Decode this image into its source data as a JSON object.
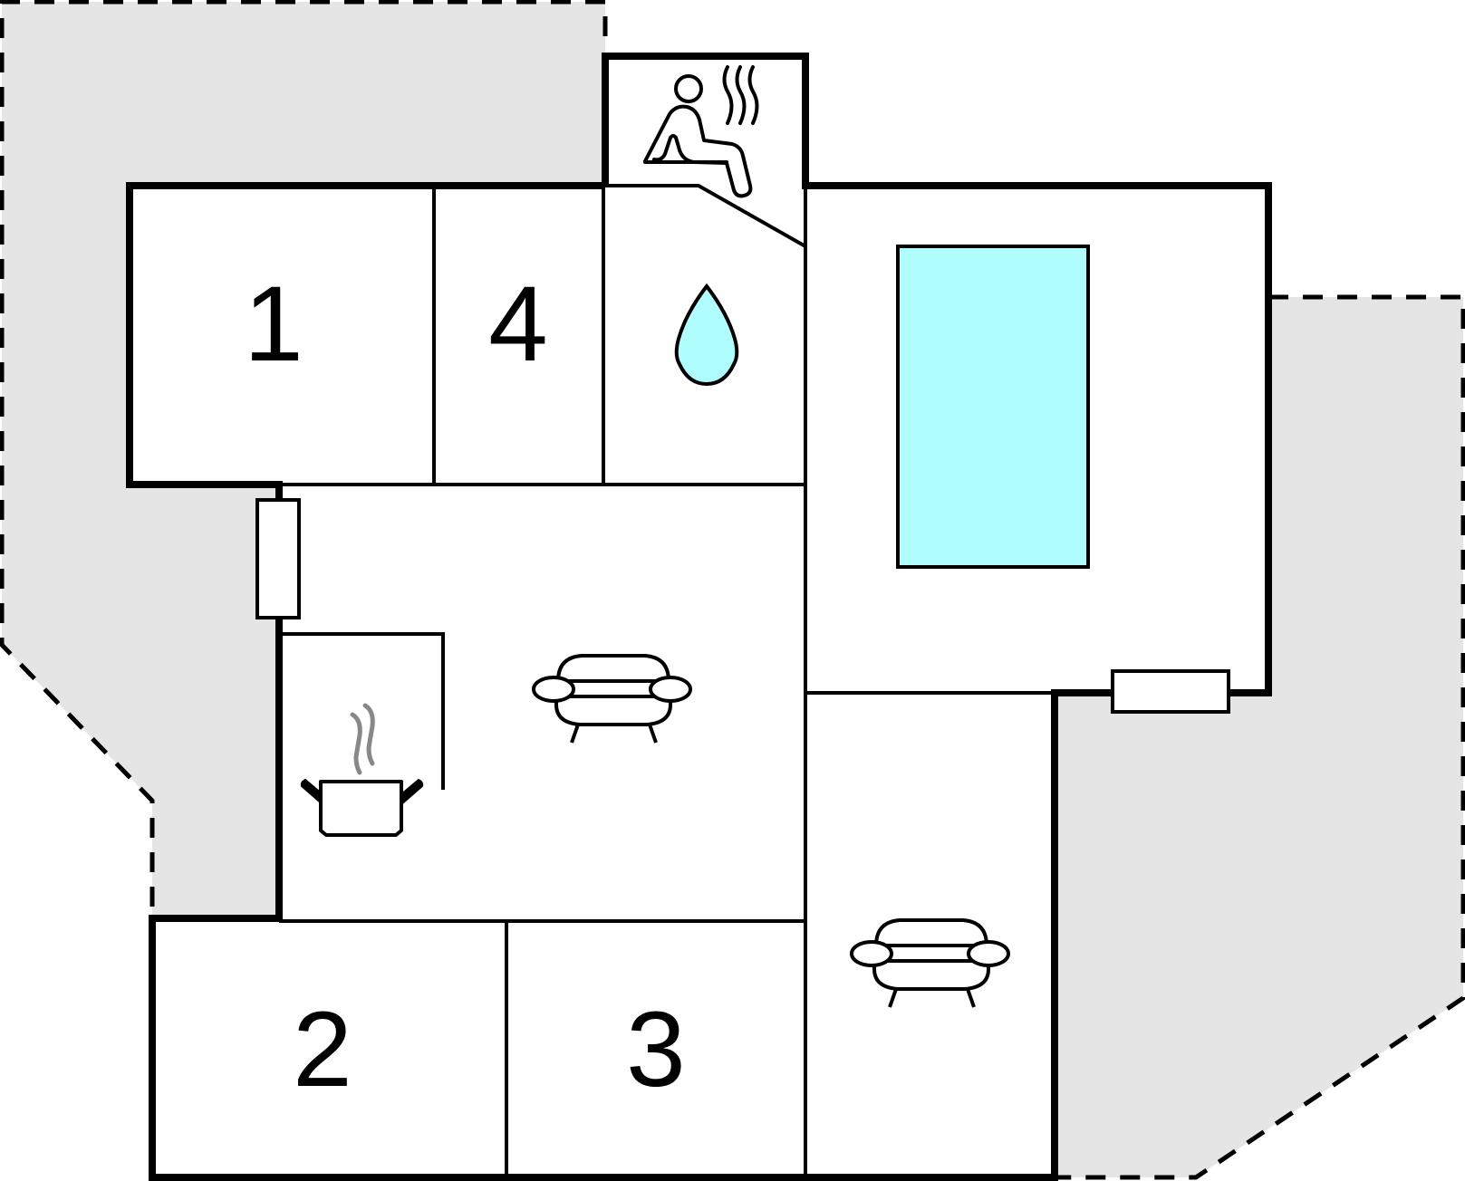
{
  "floorplan": {
    "colors": {
      "terrace": "#e5e5e5",
      "pool": "#b0fdfe",
      "water_drop": "#b0fdfe",
      "wall": "#000000",
      "steam": "#888888"
    },
    "rooms": [
      {
        "id": "bedroom-1",
        "label": "1"
      },
      {
        "id": "bedroom-4",
        "label": "4"
      },
      {
        "id": "bedroom-2",
        "label": "2"
      },
      {
        "id": "bedroom-3",
        "label": "3"
      }
    ],
    "areas": [
      {
        "id": "sauna",
        "icon": "sauna-icon"
      },
      {
        "id": "bathroom",
        "icon": "water-drop-icon"
      },
      {
        "id": "kitchen",
        "icon": "cooking-pot-icon"
      },
      {
        "id": "living-room",
        "icon": "sofa-icon"
      },
      {
        "id": "lounge",
        "icon": "sofa-icon"
      },
      {
        "id": "indoor-pool",
        "icon": "pool"
      },
      {
        "id": "terrace",
        "icon": "terrace"
      }
    ]
  }
}
